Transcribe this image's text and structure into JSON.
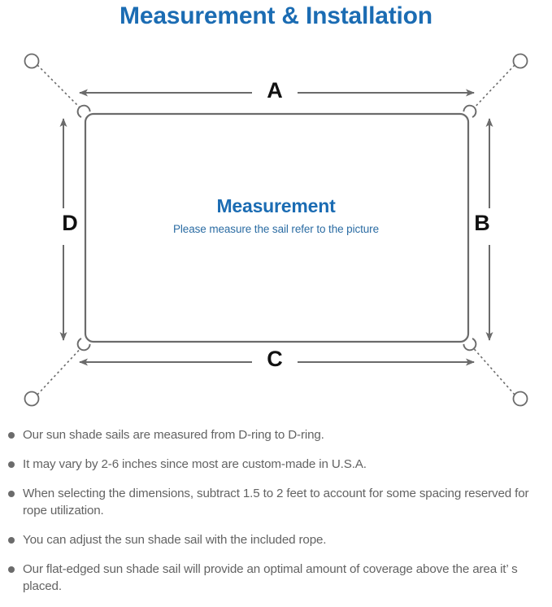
{
  "header": {
    "title": "Measurement & Installation",
    "title_color": "#1b6cb3"
  },
  "diagram": {
    "center_title": "Measurement",
    "center_subtitle": "Please measure the sail refer to the picture",
    "center_title_color": "#1b6cb3",
    "center_subtitle_color": "#2b6ca3",
    "line_color": "#6b6b6b",
    "labels": {
      "top": "A",
      "right": "B",
      "bottom": "C",
      "left": "D"
    },
    "icon_names": {
      "anchor_point": "anchor-circle-icon",
      "d_ring": "d-ring-icon",
      "rope": "dashed-rope-line",
      "dimension_arrow": "dimension-arrow"
    }
  },
  "notes": {
    "bullet_color": "#6b6b6b",
    "text_color": "#636363",
    "items": [
      "Our sun shade sails are measured from D-ring to D-ring.",
      "It may vary by 2-6 inches since most are custom-made in U.S.A.",
      "When selecting the dimensions, subtract 1.5 to 2 feet to account for some spacing reserved for rope utilization.",
      "You can adjust the sun shade sail with the included rope.",
      "Our flat-edged sun shade sail will provide an optimal amount of coverage above the area it’  s placed."
    ]
  }
}
